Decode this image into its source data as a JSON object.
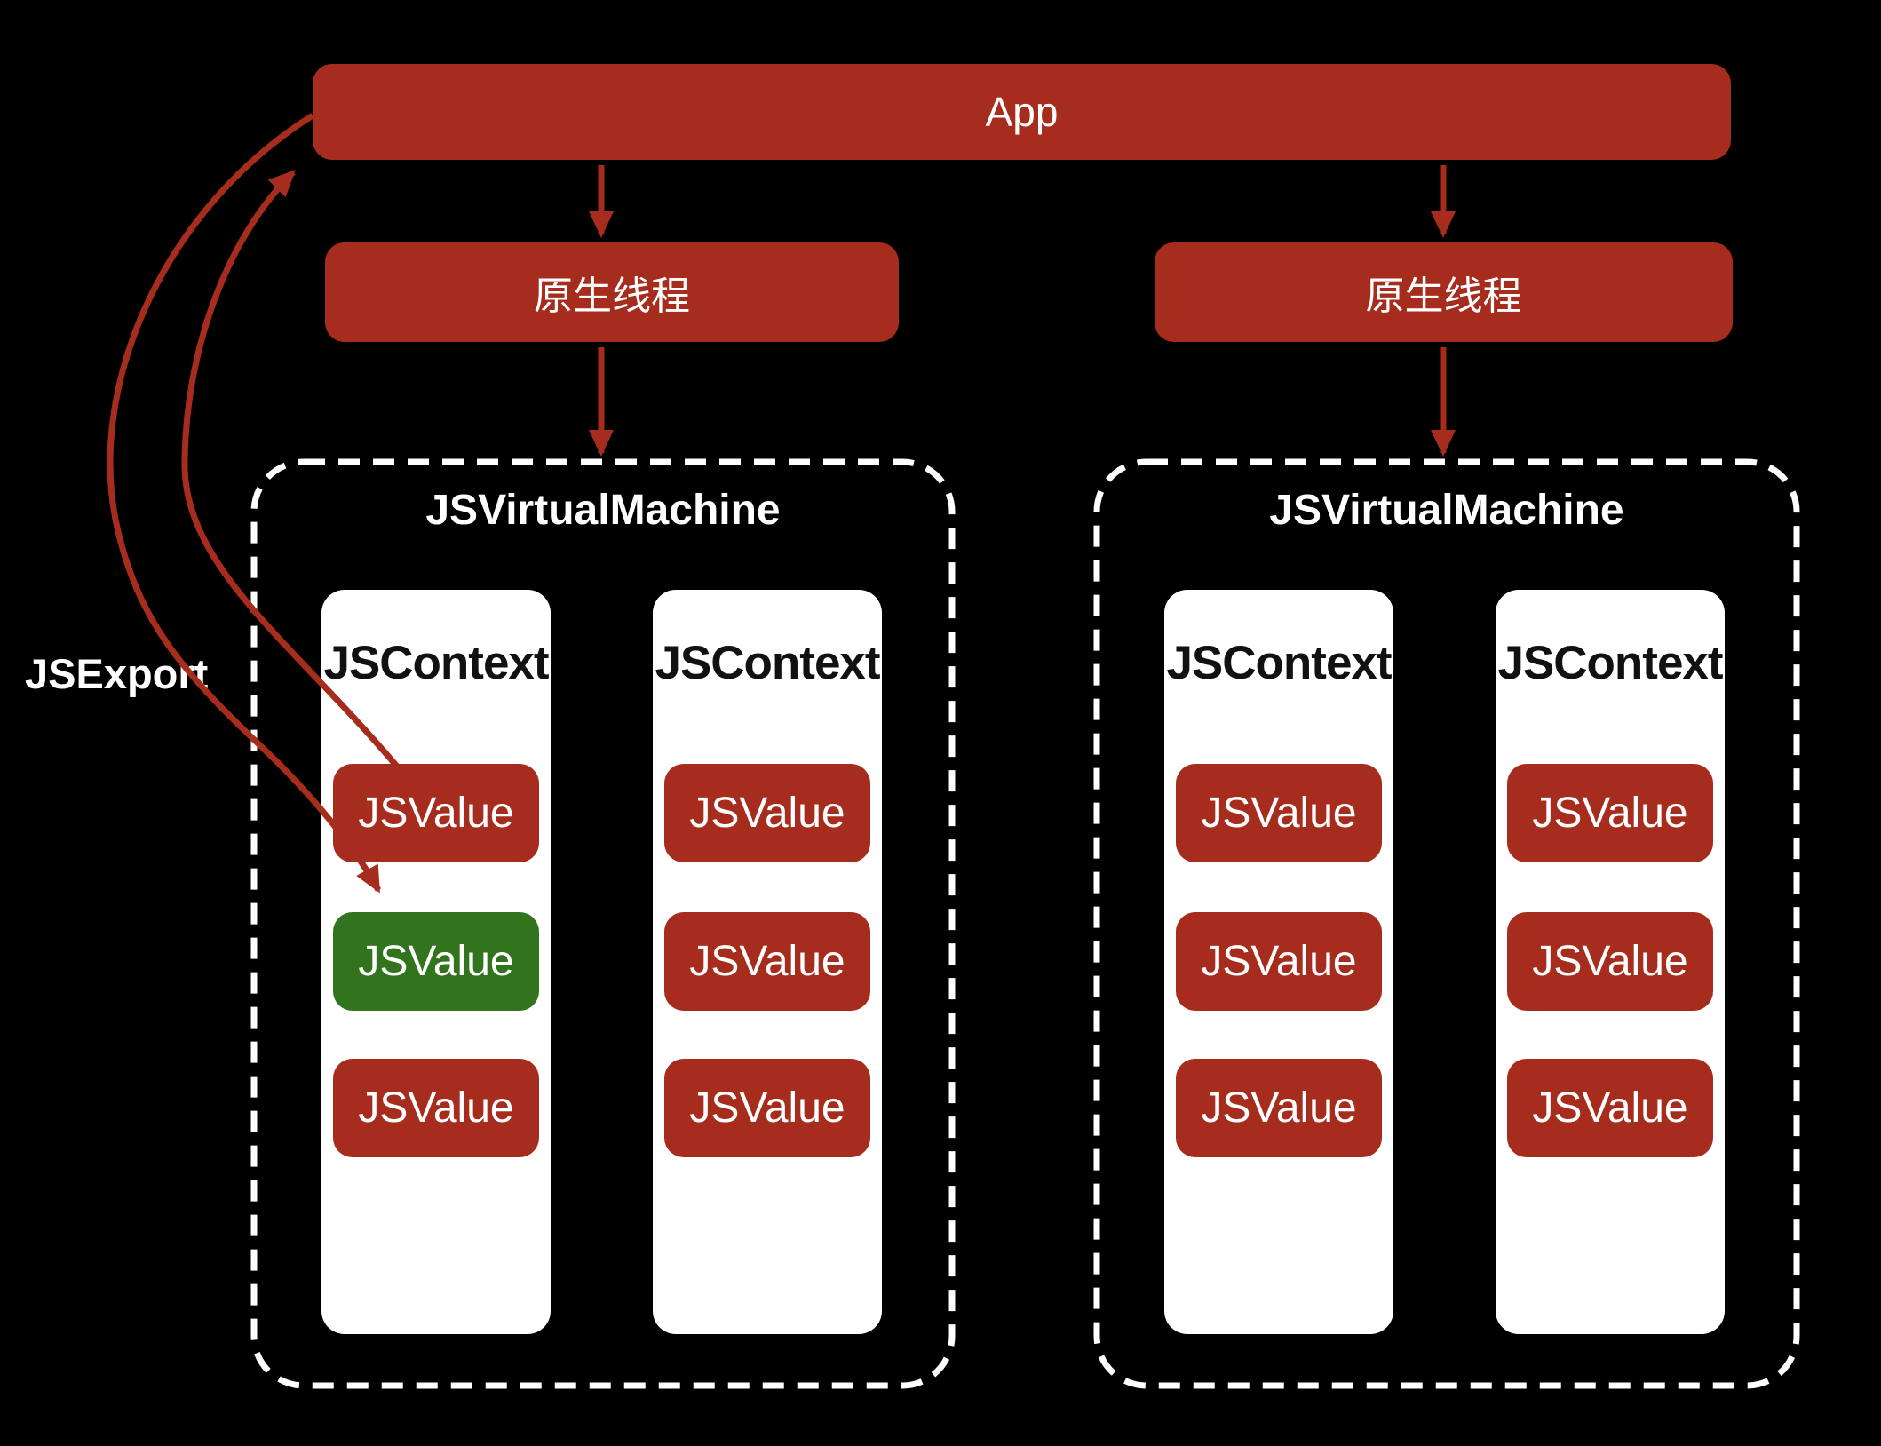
{
  "app": {
    "label": "App"
  },
  "threads": [
    {
      "label": "原生线程"
    },
    {
      "label": "原生线程"
    }
  ],
  "jsexport_label": "JSExport",
  "vms": [
    {
      "title": "JSVirtualMachine",
      "contexts": [
        {
          "title": "JSContext",
          "values": [
            {
              "label": "JSValue",
              "variant": "red"
            },
            {
              "label": "JSValue",
              "variant": "green"
            },
            {
              "label": "JSValue",
              "variant": "red"
            }
          ]
        },
        {
          "title": "JSContext",
          "values": [
            {
              "label": "JSValue",
              "variant": "red"
            },
            {
              "label": "JSValue",
              "variant": "red"
            },
            {
              "label": "JSValue",
              "variant": "red"
            }
          ]
        }
      ]
    },
    {
      "title": "JSVirtualMachine",
      "contexts": [
        {
          "title": "JSContext",
          "values": [
            {
              "label": "JSValue",
              "variant": "red"
            },
            {
              "label": "JSValue",
              "variant": "red"
            },
            {
              "label": "JSValue",
              "variant": "red"
            }
          ]
        },
        {
          "title": "JSContext",
          "values": [
            {
              "label": "JSValue",
              "variant": "red"
            },
            {
              "label": "JSValue",
              "variant": "red"
            },
            {
              "label": "JSValue",
              "variant": "red"
            }
          ]
        }
      ]
    }
  ],
  "arrows": [
    {
      "from": "app",
      "to": "native-thread-1",
      "style": "straight"
    },
    {
      "from": "app",
      "to": "native-thread-2",
      "style": "straight"
    },
    {
      "from": "native-thread-1",
      "to": "jsvm-1",
      "style": "straight"
    },
    {
      "from": "native-thread-2",
      "to": "jsvm-2",
      "style": "straight"
    },
    {
      "from": "jsvm1-context1-jsvalue1",
      "to": "app",
      "style": "curved"
    },
    {
      "from": "app",
      "to": "jsvm1-context1-jsvalue2-green",
      "style": "curved"
    }
  ],
  "colors": {
    "background": "#000000",
    "red": "#A62C1D",
    "green": "#32731E",
    "white": "#FFFFFF",
    "context_text": "#111111"
  }
}
